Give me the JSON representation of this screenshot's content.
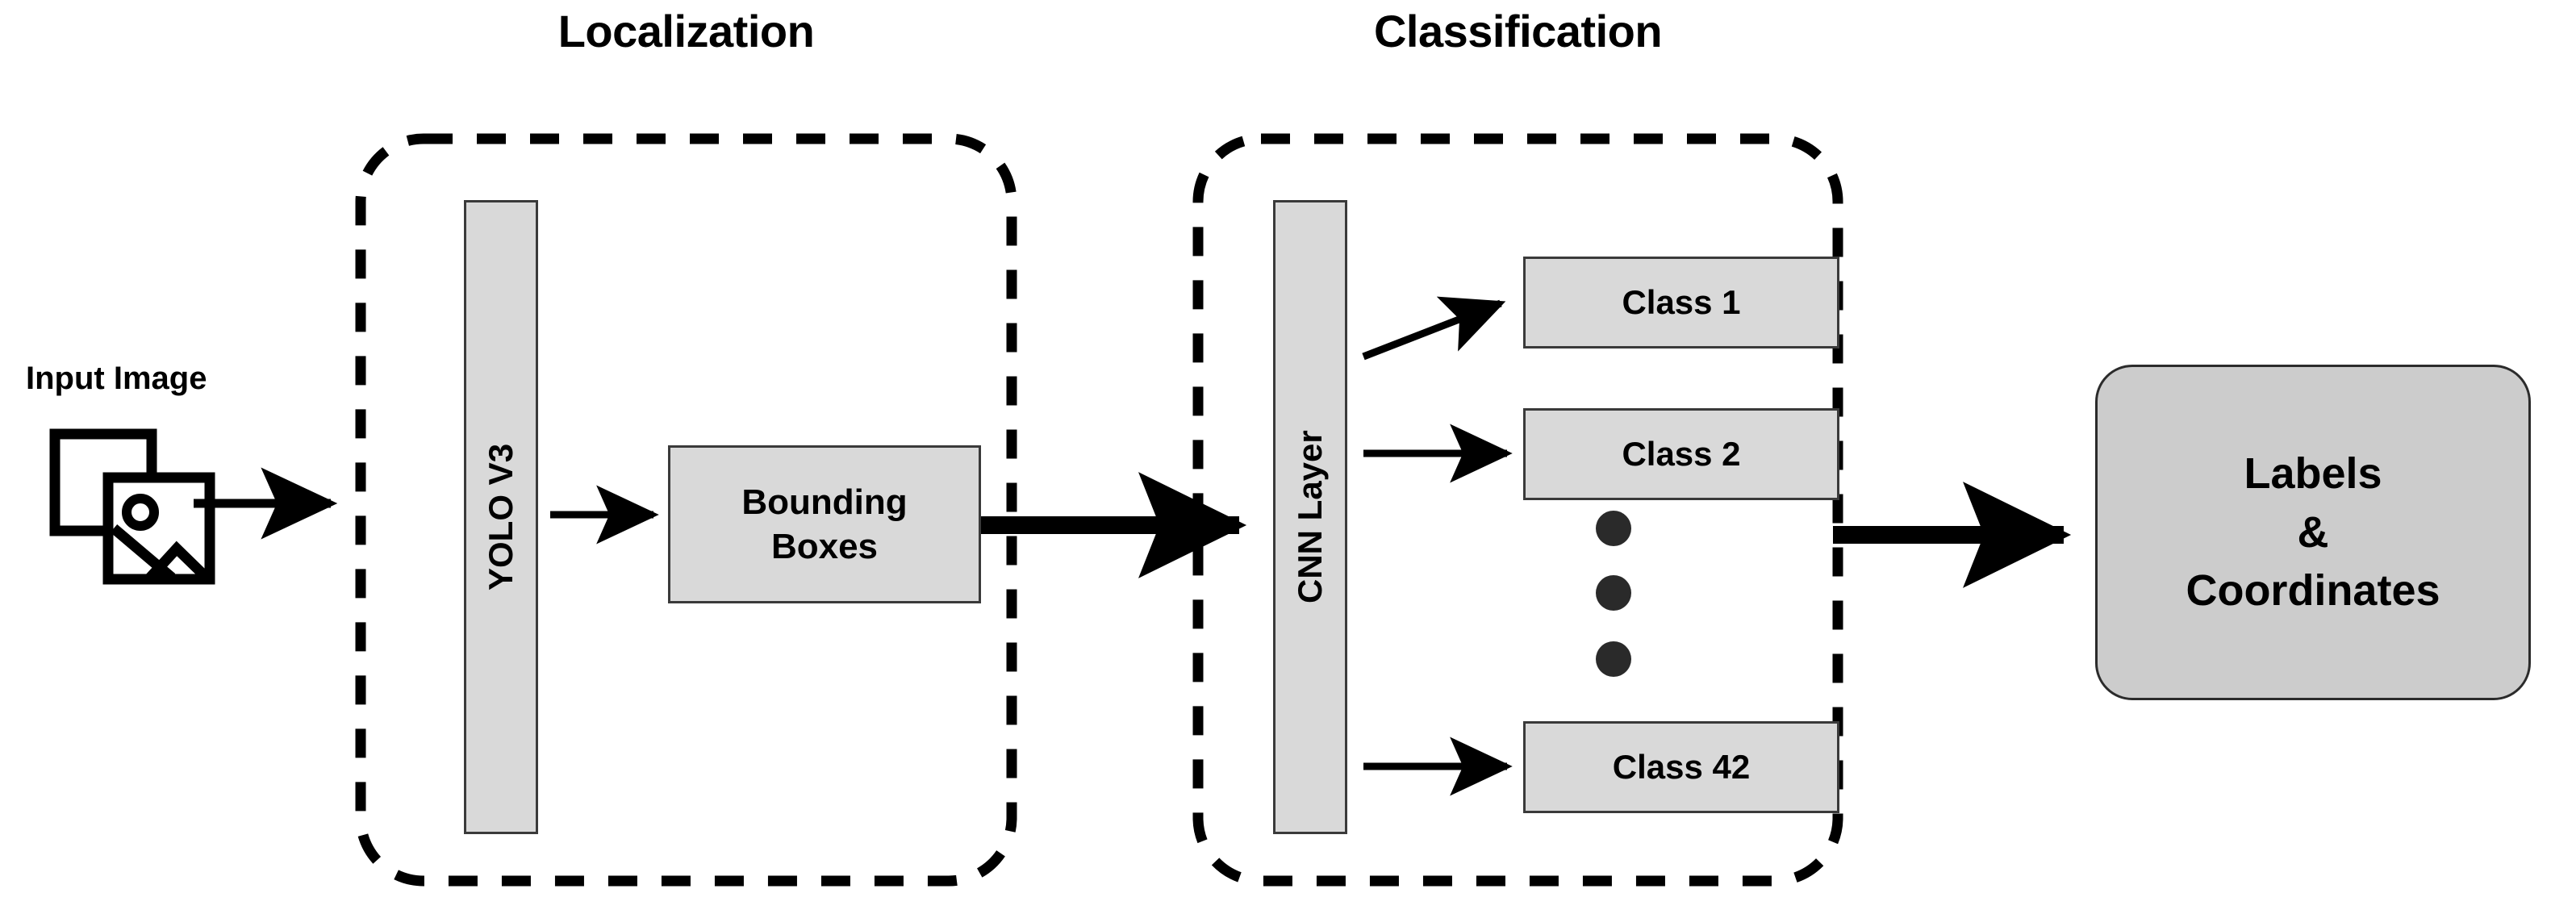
{
  "diagram": {
    "title_localization": "Localization",
    "title_classification": "Classification",
    "input": {
      "label": "Input Image",
      "icon": "image-stack-icon"
    },
    "localization": {
      "stage_label": "YOLO V3",
      "output_block": "Bounding\nBoxes"
    },
    "classification": {
      "stage_label": "CNN Layer",
      "classes": [
        {
          "label": "Class 1"
        },
        {
          "label": "Class 2"
        },
        {
          "label": "Class 42"
        }
      ],
      "ellipsis": "vertical-dots"
    },
    "output": {
      "label": "Labels\n&\nCoordinates"
    },
    "colors": {
      "block_fill": "#d9d9d9",
      "block_stroke": "#3a3a3a",
      "output_fill": "#cccccc",
      "output_stroke": "#2b2b2b",
      "arrow": "#000000",
      "dashed_group": "#000000",
      "background": "#ffffff"
    }
  }
}
